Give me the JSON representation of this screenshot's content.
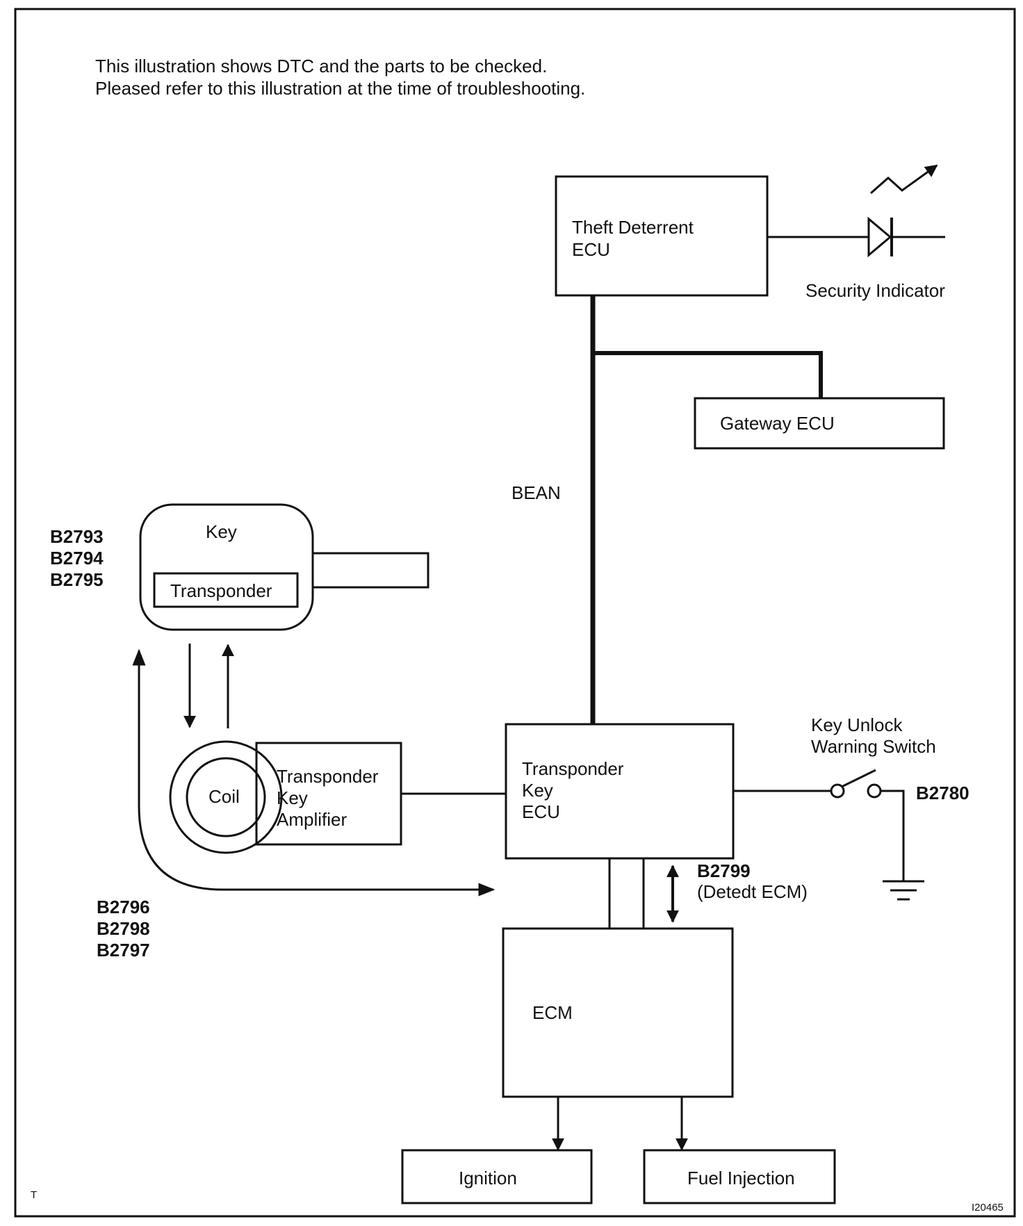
{
  "intro": [
    "This illustration shows DTC and the parts to be checked.",
    "Pleased refer to this illustration at the time of troubleshooting."
  ],
  "theft_ecu": [
    "Theft Deterrent",
    "ECU"
  ],
  "security_indicator": "Security Indicator",
  "gateway_ecu": "Gateway ECU",
  "bean": "BEAN",
  "key": {
    "title": "Key",
    "transponder": "Transponder"
  },
  "dtc_key": [
    "B2793",
    "B2794",
    "B2795"
  ],
  "coil": "Coil",
  "amplifier": [
    "Transponder",
    "Key",
    "Amplifier"
  ],
  "transponder_ecu": [
    "Transponder",
    "Key",
    "ECU"
  ],
  "unlock_switch": [
    "Key Unlock",
    "Warning Switch"
  ],
  "dtc_switch": "B2780",
  "dtc_ecm": [
    "B2799",
    "(Detedt ECM)"
  ],
  "dtc_amplifier": [
    "B2796",
    "B2798",
    "B2797"
  ],
  "ecm": "ECM",
  "ignition": "Ignition",
  "fuel_injection": "Fuel Injection",
  "corner_mark": "T",
  "figure_id": "I20465"
}
